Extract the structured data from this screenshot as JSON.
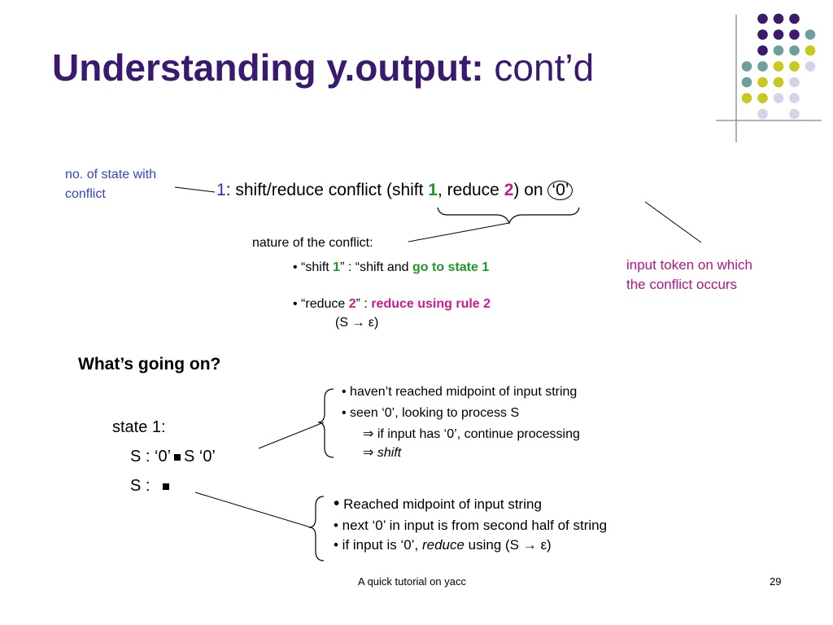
{
  "title": {
    "bold": "Understanding y.output:",
    "light": "cont’d"
  },
  "annotations": {
    "state_label_line1": "no. of state with",
    "state_label_line2": "conflict",
    "nature": "nature of the conflict:",
    "input_token_line1": "input token on which",
    "input_token_line2": "the conflict occurs"
  },
  "conflict_line": {
    "state_num": "1",
    "colon": ":",
    "text_a": " shift/reduce conflict (shift ",
    "shift_num": "1",
    "text_b": ", reduce ",
    "reduce_num": "2",
    "text_c": ") on ",
    "token": "‘0’"
  },
  "bullets": {
    "shift_pre": "• “shift ",
    "shift_num": "1",
    "shift_mid": "” : “shift and ",
    "shift_action": "go to state 1",
    "reduce_pre": "• “reduce ",
    "reduce_num": "2",
    "reduce_mid": "” : ",
    "reduce_action": "reduce using rule 2",
    "reduce_rule": "(S → ε)"
  },
  "whats_going_on": "What’s going on?",
  "state": {
    "label": "state 1:",
    "item1_a": "S : ‘0’",
    "item1_b": "S ‘0’",
    "item2_a": "S :"
  },
  "upper_notes": {
    "n1": "• haven’t reached midpoint of input string",
    "n2": "• seen ‘0’, looking to process S",
    "n3": "⇒ if input has ‘0’, continue processing",
    "n4_arrow": "⇒ ",
    "n4_word": "shift"
  },
  "lower_notes": {
    "n1_bullet": "•",
    "n1_text": " Reached midpoint of input string",
    "n2": "• next ‘0’ in input is from second half of string",
    "n3_a": "• if input is ‘0’, ",
    "n3_word": "reduce",
    "n3_b": " using (S → ε)"
  },
  "footer": {
    "center": "A quick tutorial on yacc",
    "page": "29"
  },
  "colors": {
    "title": "#3a1a6e",
    "green": "#1b9a2a",
    "magenta": "#cc1a8e",
    "blue": "#3344cc",
    "dots": [
      "#3d1a6e",
      "#6e9e9e",
      "#c8c81e",
      "#d4d4e8"
    ]
  }
}
